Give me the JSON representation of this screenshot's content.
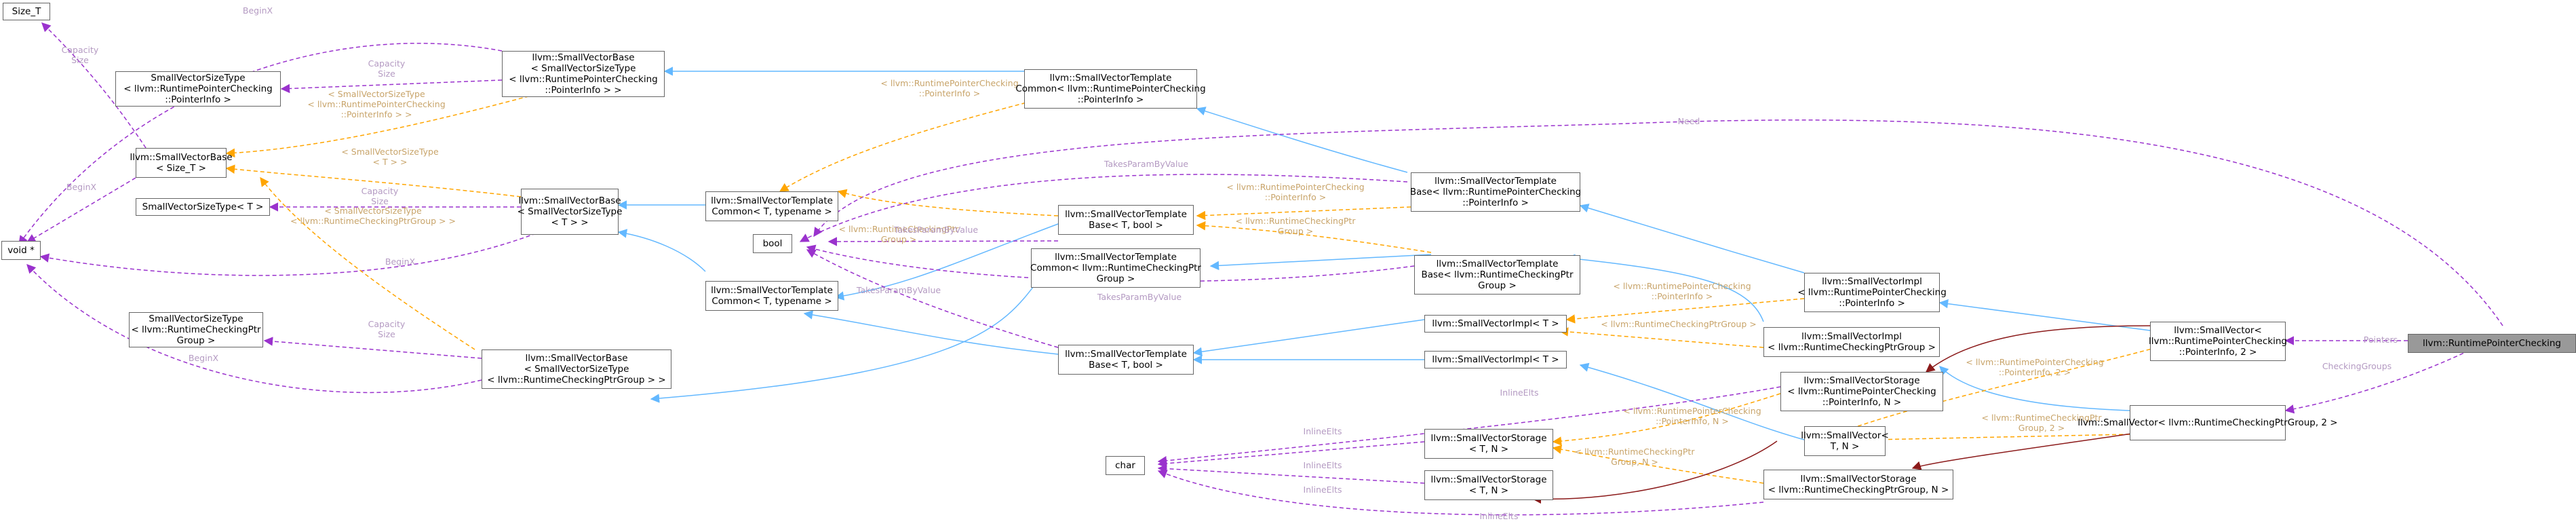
{
  "colors": {
    "inherit": "#63b8ff",
    "usage": "#9a32cd",
    "template": "#ffa500",
    "composition": "#8b1a1a",
    "node_border": "#666666",
    "focus_fill": "#999999",
    "label": "#9a9a9a"
  },
  "nodes": [
    {
      "id": "size_t",
      "lines": [
        "Size_T"
      ],
      "focus": false
    },
    {
      "id": "sv_sizetype_rpc_ptrinfo",
      "lines": [
        "SmallVectorSizeType",
        "< llvm::RuntimePointerChecking",
        "::PointerInfo >"
      ],
      "focus": false
    },
    {
      "id": "sv_base_size_t",
      "lines": [
        "llvm::SmallVectorBase",
        "< Size_T >"
      ],
      "focus": false
    },
    {
      "id": "sv_sizetype_t",
      "lines": [
        "SmallVectorSizeType< T >"
      ],
      "focus": false
    },
    {
      "id": "void_ptr",
      "lines": [
        "void *"
      ],
      "focus": false
    },
    {
      "id": "sv_sizetype_rcpg",
      "lines": [
        "SmallVectorSizeType",
        "< llvm::RuntimeCheckingPtr",
        "Group >"
      ],
      "focus": false
    },
    {
      "id": "sv_base_rpc_ptrinfo",
      "lines": [
        "llvm::SmallVectorBase",
        "< SmallVectorSizeType",
        "< llvm::RuntimePointerChecking",
        "::PointerInfo > >"
      ],
      "focus": false
    },
    {
      "id": "sv_base_sizetype_t",
      "lines": [
        "llvm::SmallVectorBase",
        "< SmallVectorSizeType",
        "< T > >"
      ],
      "focus": false
    },
    {
      "id": "sv_base_rcpg",
      "lines": [
        "llvm::SmallVectorBase",
        "< SmallVectorSizeType",
        "< llvm::RuntimeCheckingPtrGroup > >"
      ],
      "focus": false
    },
    {
      "id": "svtc_t_typename_top",
      "lines": [
        "llvm::SmallVectorTemplate",
        "Common< T, typename >"
      ],
      "focus": false
    },
    {
      "id": "bool_node",
      "lines": [
        "bool"
      ],
      "focus": false
    },
    {
      "id": "svtc_t_typename_bottom",
      "lines": [
        "llvm::SmallVectorTemplate",
        "Common< T, typename >"
      ],
      "focus": false
    },
    {
      "id": "char_node",
      "lines": [
        "char"
      ],
      "focus": false
    },
    {
      "id": "svtc_rpc_ptrinfo",
      "lines": [
        "llvm::SmallVectorTemplate",
        "Common< llvm::RuntimePointerChecking",
        "::PointerInfo >"
      ],
      "focus": false
    },
    {
      "id": "svtb_t_bool_top",
      "lines": [
        "llvm::SmallVectorTemplate",
        "Base< T, bool >"
      ],
      "focus": false
    },
    {
      "id": "svtc_rcpg",
      "lines": [
        "llvm::SmallVectorTemplate",
        "Common< llvm::RuntimeCheckingPtr",
        "Group >"
      ],
      "focus": false
    },
    {
      "id": "svtb_t_bool_bottom",
      "lines": [
        "llvm::SmallVectorTemplate",
        "Base< T, bool >"
      ],
      "focus": false
    },
    {
      "id": "svtb_rpc_ptrinfo",
      "lines": [
        "llvm::SmallVectorTemplate",
        "Base< llvm::RuntimePointerChecking",
        "::PointerInfo >"
      ],
      "focus": false
    },
    {
      "id": "svtb_rcpg",
      "lines": [
        "llvm::SmallVectorTemplate",
        "Base< llvm::RuntimeCheckingPtr",
        "Group >"
      ],
      "focus": false
    },
    {
      "id": "svimpl_t_top",
      "lines": [
        "llvm::SmallVectorImpl< T >"
      ],
      "focus": false
    },
    {
      "id": "svimpl_t_bottom",
      "lines": [
        "llvm::SmallVectorImpl< T >"
      ],
      "focus": false
    },
    {
      "id": "svstorage_t_n_top",
      "lines": [
        "llvm::SmallVectorStorage",
        "< T, N >"
      ],
      "focus": false
    },
    {
      "id": "svstorage_t_n_bottom",
      "lines": [
        "llvm::SmallVectorStorage",
        "< T, N >"
      ],
      "focus": false
    },
    {
      "id": "svimpl_rpc_ptrinfo",
      "lines": [
        "llvm::SmallVectorImpl",
        "< llvm::RuntimePointerChecking",
        "::PointerInfo >"
      ],
      "focus": false
    },
    {
      "id": "svimpl_rcpg",
      "lines": [
        "llvm::SmallVectorImpl",
        "< llvm::RuntimeCheckingPtrGroup >"
      ],
      "focus": false
    },
    {
      "id": "svstorage_rpc_ptrinfo_n",
      "lines": [
        "llvm::SmallVectorStorage",
        "< llvm::RuntimePointerChecking",
        "::PointerInfo, N >"
      ],
      "focus": false
    },
    {
      "id": "smallvector_t_n",
      "lines": [
        "llvm::SmallVector<",
        "T, N >"
      ],
      "focus": false
    },
    {
      "id": "svstorage_rcpg_n",
      "lines": [
        "llvm::SmallVectorStorage",
        "< llvm::RuntimeCheckingPtrGroup, N >"
      ],
      "focus": false
    },
    {
      "id": "smallvector_rpc_ptrinfo_2",
      "lines": [
        "llvm::SmallVector<",
        "llvm::RuntimePointerChecking",
        "::PointerInfo, 2 >"
      ],
      "focus": false
    },
    {
      "id": "smallvector_rcpg_2",
      "lines": [
        "llvm::SmallVector< llvm::RuntimeCheckingPtrGroup, 2 >"
      ],
      "focus": false
    },
    {
      "id": "rpc",
      "lines": [
        "llvm::RuntimePointerChecking"
      ],
      "focus": true
    }
  ],
  "edge_labels": [
    {
      "id": "lbl_beginx_top",
      "lines": [
        "BeginX"
      ],
      "color": "purple"
    },
    {
      "id": "lbl_capacity_size_sizet",
      "lines": [
        "Capacity",
        "Size"
      ],
      "color": "purple"
    },
    {
      "id": "lbl_capacity_size_ptrinfo",
      "lines": [
        "Capacity",
        "Size"
      ],
      "color": "purple"
    },
    {
      "id": "lbl_svst_ptrinfo_tpl",
      "lines": [
        "< SmallVectorSizeType",
        "< llvm::RuntimePointerChecking",
        "::PointerInfo > >"
      ],
      "color": "orange"
    },
    {
      "id": "lbl_svst_t_tpl",
      "lines": [
        "< SmallVectorSizeType",
        "< T > >"
      ],
      "color": "orange"
    },
    {
      "id": "lbl_beginx_mid",
      "lines": [
        "BeginX"
      ],
      "color": "purple"
    },
    {
      "id": "lbl_capacity_size_t",
      "lines": [
        "Capacity",
        "Size"
      ],
      "color": "purple"
    },
    {
      "id": "lbl_svst_rcpg_tpl",
      "lines": [
        "< SmallVectorSizeType",
        "< llvm::RuntimeCheckingPtrGroup > >"
      ],
      "color": "orange"
    },
    {
      "id": "lbl_beginx_lower",
      "lines": [
        "BeginX"
      ],
      "color": "purple"
    },
    {
      "id": "lbl_capacity_size_rcpg",
      "lines": [
        "Capacity",
        "Size"
      ],
      "color": "purple"
    },
    {
      "id": "lbl_beginx_bottom",
      "lines": [
        "BeginX"
      ],
      "color": "purple"
    },
    {
      "id": "lbl_rpc_ptrinfo_tpl",
      "lines": [
        "< llvm::RuntimePointerChecking",
        "::PointerInfo >"
      ],
      "color": "orange"
    },
    {
      "id": "lbl_rcpg_tpl",
      "lines": [
        "< llvm::RuntimeCheckingPtr",
        "Group >"
      ],
      "color": "orange"
    },
    {
      "id": "lbl_takesparam_1",
      "lines": [
        "TakesParamByValue"
      ],
      "color": "purple"
    },
    {
      "id": "lbl_takesparam_2",
      "lines": [
        "TakesParamByValue"
      ],
      "color": "purple"
    },
    {
      "id": "lbl_takesparam_3",
      "lines": [
        "TakesParamByValue"
      ],
      "color": "purple"
    },
    {
      "id": "lbl_takesparam_4",
      "lines": [
        "TakesParamByValue"
      ],
      "color": "purple"
    },
    {
      "id": "lbl_need",
      "lines": [
        "Need"
      ],
      "color": "purple"
    },
    {
      "id": "lbl_svtb_ptrinfo_tpl",
      "lines": [
        "< llvm::RuntimePointerChecking",
        "::PointerInfo >"
      ],
      "color": "orange"
    },
    {
      "id": "lbl_svtb_rcpg_tpl",
      "lines": [
        "< llvm::RuntimeCheckingPtr",
        "Group >"
      ],
      "color": "orange"
    },
    {
      "id": "lbl_impl_ptrinfo_tpl",
      "lines": [
        "< llvm::RuntimePointerChecking",
        "::PointerInfo >"
      ],
      "color": "orange"
    },
    {
      "id": "lbl_impl_rcpg_tpl",
      "lines": [
        "< llvm::RuntimeCheckingPtrGroup >"
      ],
      "color": "orange"
    },
    {
      "id": "lbl_inlineelts_1",
      "lines": [
        "InlineElts"
      ],
      "color": "purple"
    },
    {
      "id": "lbl_inlineelts_2",
      "lines": [
        "InlineElts"
      ],
      "color": "purple"
    },
    {
      "id": "lbl_inlineelts_3",
      "lines": [
        "InlineElts"
      ],
      "color": "purple"
    },
    {
      "id": "lbl_inlineelts_4",
      "lines": [
        "InlineElts"
      ],
      "color": "purple"
    },
    {
      "id": "lbl_inlineelts_5",
      "lines": [
        "InlineElts"
      ],
      "color": "purple"
    },
    {
      "id": "lbl_storage_ptrinfo_tpl",
      "lines": [
        "< llvm::RuntimePointerChecking",
        "::PointerInfo, N >"
      ],
      "color": "orange"
    },
    {
      "id": "lbl_storage_rcpg_tpl",
      "lines": [
        "< llvm::RuntimeCheckingPtr",
        "Group, N >"
      ],
      "color": "orange"
    },
    {
      "id": "lbl_sv_ptrinfo_tpl",
      "lines": [
        "< llvm::RuntimePointerChecking",
        "::PointerInfo, 2 >"
      ],
      "color": "orange"
    },
    {
      "id": "lbl_sv_rcpg_tpl",
      "lines": [
        "< llvm::RuntimeCheckingPtr",
        "Group, 2 >"
      ],
      "color": "orange"
    },
    {
      "id": "lbl_pointers",
      "lines": [
        "Pointers"
      ],
      "color": "purple"
    },
    {
      "id": "lbl_checkinggroups",
      "lines": [
        "CheckingGroups"
      ],
      "color": "purple"
    }
  ]
}
